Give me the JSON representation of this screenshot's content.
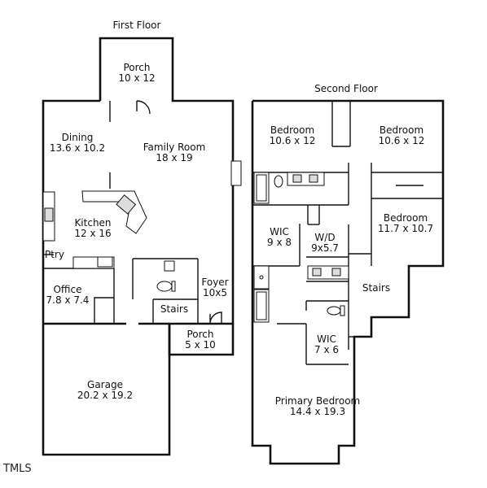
{
  "first_floor": {
    "title": "First Floor",
    "rooms": {
      "porch_top": {
        "name": "Porch",
        "dims": "10 x 12"
      },
      "dining": {
        "name": "Dining",
        "dims": "13.6 x 10.2"
      },
      "family_room": {
        "name": "Family Room",
        "dims": "18 x 19"
      },
      "kitchen": {
        "name": "Kitchen",
        "dims": "12 x 16"
      },
      "pantry": {
        "name": "Ptry"
      },
      "office": {
        "name": "Office",
        "dims": "7.8 x 7.4"
      },
      "foyer": {
        "name": "Foyer",
        "dims": "10x5"
      },
      "stairs": {
        "name": "Stairs"
      },
      "porch_front": {
        "name": "Porch",
        "dims": "5 x 10"
      },
      "garage": {
        "name": "Garage",
        "dims": "20.2 x 19.2"
      }
    }
  },
  "second_floor": {
    "title": "Second Floor",
    "rooms": {
      "bedroom_left": {
        "name": "Bedroom",
        "dims": "10.6 x 12"
      },
      "bedroom_right": {
        "name": "Bedroom",
        "dims": "10.6 x 12"
      },
      "wic_left": {
        "name": "WIC",
        "dims": "9 x 8"
      },
      "laundry": {
        "name": "W/D",
        "dims": "9x5.7"
      },
      "bedroom_mid": {
        "name": "Bedroom",
        "dims": "11.7 x 10.7"
      },
      "stairs": {
        "name": "Stairs"
      },
      "wic_primary": {
        "name": "WIC",
        "dims": "7 x 6"
      },
      "primary_bedroom": {
        "name": "Primary Bedroom",
        "dims": "14.4 x 19.3"
      }
    }
  },
  "watermark": "TMLS"
}
